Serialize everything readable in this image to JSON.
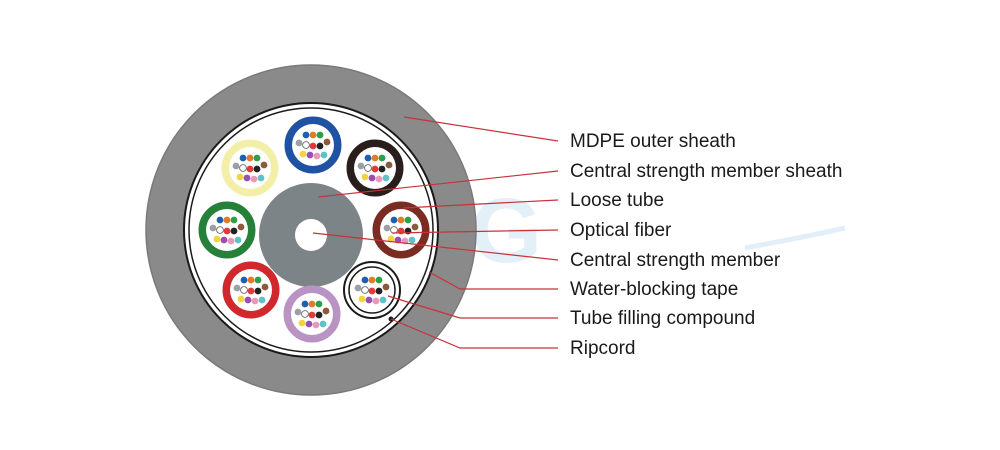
{
  "diagram": {
    "labels": [
      {
        "key": "outer_sheath",
        "text": "MDPE outer sheath"
      },
      {
        "key": "csm_sheath",
        "text": "Central strength member sheath"
      },
      {
        "key": "loose_tube",
        "text": "Loose tube"
      },
      {
        "key": "optical_fiber",
        "text": "Optical fiber"
      },
      {
        "key": "csm",
        "text": "Central strength member"
      },
      {
        "key": "water_tape",
        "text": "Water-blocking tape"
      },
      {
        "key": "filling",
        "text": "Tube filling compound"
      },
      {
        "key": "ripcord",
        "text": "Ripcord"
      }
    ],
    "watermark": "KING",
    "colors": {
      "sheath": "#8a8a8a",
      "sheath_edge": "#7a7a7a",
      "csm_sheath": "#7d8488",
      "leader": "#c8323a",
      "tube_colors": [
        "#f3eea8",
        "#1f52a3",
        "#2a1e1c",
        "#26803a",
        "#7a2c22",
        "#d0282c",
        "#b993c4",
        "#ffffff"
      ],
      "fiber_colors": [
        "#1f5fb0",
        "#e07b2a",
        "#2e9e4a",
        "#8a5a3a",
        "#9aa0a6",
        "#ffffff",
        "#e23a3a",
        "#222222",
        "#f2d43c",
        "#9a4fb0",
        "#e79ab8",
        "#5fc2c9"
      ]
    }
  }
}
